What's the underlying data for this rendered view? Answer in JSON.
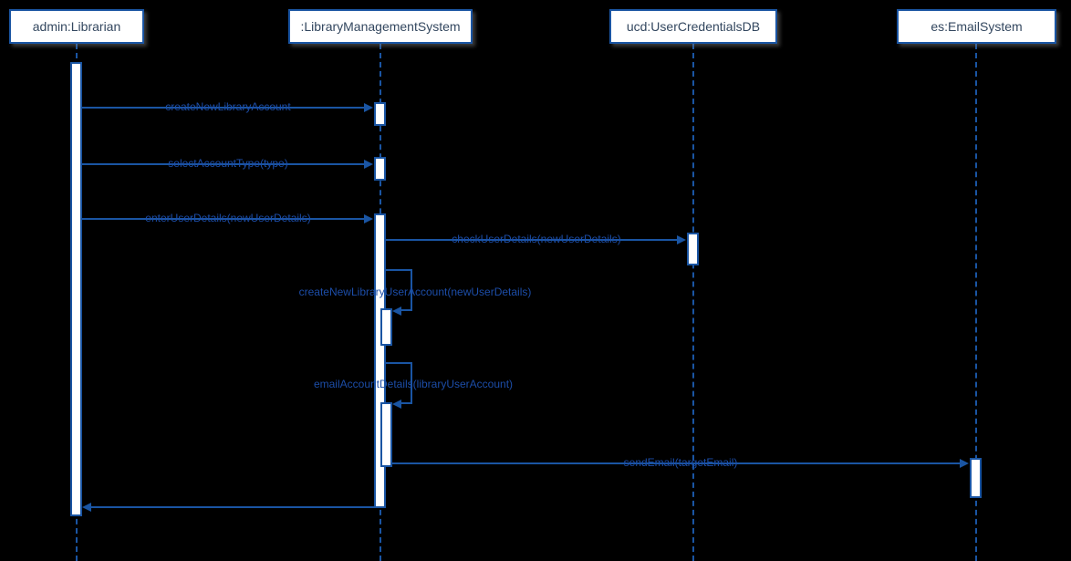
{
  "colors": {
    "background": "#000000",
    "stroke": "#1a55a3",
    "header_text": "#33475f",
    "label_text": "#1c4da8",
    "box_fill": "#ffffff"
  },
  "diagram": {
    "type": "uml-sequence",
    "participants": [
      {
        "id": "admin",
        "label": "admin:Librarian"
      },
      {
        "id": "lms",
        "label": ":LibraryManagementSystem"
      },
      {
        "id": "ucd",
        "label": "ucd:UserCredentialsDB"
      },
      {
        "id": "es",
        "label": "es:EmailSystem"
      }
    ],
    "messages": [
      {
        "from": "admin:Librarian",
        "to": ":LibraryManagementSystem",
        "kind": "sync",
        "label": "createNewLibraryAccount"
      },
      {
        "from": "admin:Librarian",
        "to": ":LibraryManagementSystem",
        "kind": "sync",
        "label": "selectAccountType(type)"
      },
      {
        "from": "admin:Librarian",
        "to": ":LibraryManagementSystem",
        "kind": "sync",
        "label": "enterUserDetails(newUserDetails)"
      },
      {
        "from": ":LibraryManagementSystem",
        "to": "ucd:UserCredentialsDB",
        "kind": "sync",
        "label": "checkUserDetails(newUserDetails)"
      },
      {
        "from": ":LibraryManagementSystem",
        "to": ":LibraryManagementSystem",
        "kind": "self",
        "label": "createNewLibraryUserAccount(newUserDetails)"
      },
      {
        "from": ":LibraryManagementSystem",
        "to": ":LibraryManagementSystem",
        "kind": "self",
        "label": "emailAccountDetails(libraryUserAccount)"
      },
      {
        "from": ":LibraryManagementSystem",
        "to": "es:EmailSystem",
        "kind": "sync",
        "label": "sendEmail(targetEmail)"
      },
      {
        "from": ":LibraryManagementSystem",
        "to": "admin:Librarian",
        "kind": "return",
        "label": ""
      }
    ]
  }
}
